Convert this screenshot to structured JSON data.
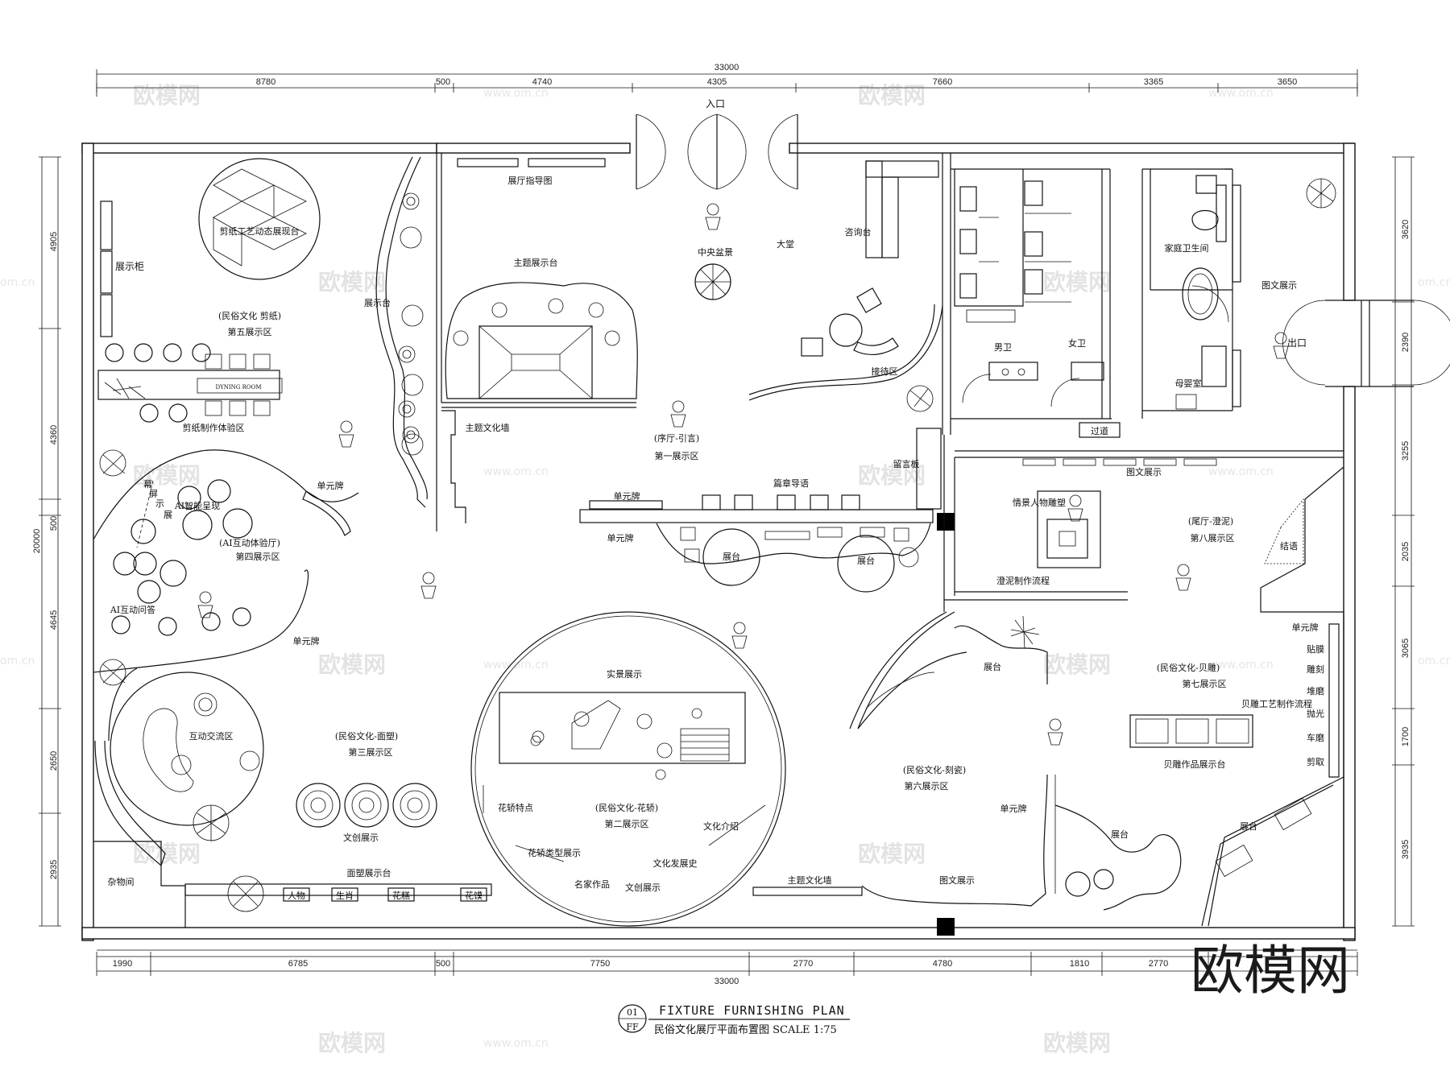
{
  "dimensions": {
    "total": "33000",
    "top": [
      "8780",
      "500",
      "4740",
      "4305",
      "7660",
      "3365",
      "3650"
    ],
    "bottom": [
      "1990",
      "6785",
      "500",
      "7750",
      "2770",
      "4780",
      "1810",
      "2770"
    ],
    "left_total": "20000",
    "left": [
      "4905",
      "4360",
      "500",
      "4645",
      "2650",
      "2935"
    ],
    "right": [
      "3620",
      "2390",
      "3255",
      "2035",
      "3065",
      "1700",
      "3935"
    ]
  },
  "labels": {
    "entrance": "入口",
    "exit": "出口",
    "hall_guide": "展厅指导图",
    "theme_stage": "主题展示台",
    "center_scene": "中央盆景",
    "lobby": "大堂",
    "consult_desk": "咨询台",
    "reception": "接待区",
    "papercut_dynamic": "剪纸工艺动态展现台",
    "display_cabinet": "展示柜",
    "display_stand": "展示台",
    "zone5_title": "(民俗文化 剪纸)",
    "zone5_sub": "第五展示区",
    "papercut_exp": "剪纸制作体验区",
    "table_text": "DYNING ROOM",
    "theme_wall": "主题文化墙",
    "zone1_title": "(序厅-引言)",
    "zone1_sub": "第一展示区",
    "message_board": "留言板",
    "male_wc": "男卫",
    "female_wc": "女卫",
    "family_wc": "家庭卫生间",
    "mother_room": "母婴室",
    "corridor": "过道",
    "graphic_display": "图文展示",
    "graphic_display_top": "图文展示",
    "graphic_display_right": "图文展示",
    "chapter_guide": "篇章导语",
    "unit_sign": "单元牌",
    "unit_sign_2": "单元牌",
    "unit_sign_3": "单元牌",
    "unit_sign_4": "单元牌",
    "unit_sign_5": "单元牌",
    "unit_sign_6": "单元牌",
    "booth": "展台",
    "booth_2": "展台",
    "booth_3": "展台",
    "booth_4": "展台",
    "booth_5": "展台",
    "screen_1": "幕",
    "screen_2": "屏",
    "screen_3": "示",
    "screen_4": "展",
    "ai_show": "AI智能呈现",
    "zone4_title": "(AI互动体验厅)",
    "zone4_sub": "第四展示区",
    "ai_qa": "AI互动问答",
    "interact": "互动交流区",
    "storage": "杂物间",
    "zone3_title": "(民俗文化-面塑)",
    "zone3_sub": "第三展示区",
    "creative_display": "文创展示",
    "dough_stage": "面塑展示台",
    "tags": [
      "人物",
      "生肖",
      "花糕",
      "花馍"
    ],
    "real_scene": "实景展示",
    "zone2_title": "(民俗文化-花轿)",
    "zone2_sub": "第二展示区",
    "sedan_features": "花轿特点",
    "sedan_types": "花轿类型展示",
    "culture_intro": "文化介绍",
    "culture_history": "文化发展史",
    "famous_works": "名家作品",
    "creative_display_2": "文创展示",
    "theme_wall_2": "主题文化墙",
    "scene_sculpture": "情景人物雕塑",
    "zone8_title": "(尾厅-澄泥)",
    "zone8_sub": "第八展示区",
    "mud_process": "澄泥制作流程",
    "conclusion": "结语",
    "zone7_title": "(民俗文化-贝雕)",
    "zone7_sub": "第七展示区",
    "shell_process": "贝雕工艺制作流程",
    "shell_works": "贝雕作品展示台",
    "process_steps": [
      "贴膜",
      "雕刻",
      "堆磨",
      "抛光",
      "车磨",
      "剪取"
    ],
    "zone6_title": "(民俗文化-刻瓷)",
    "zone6_sub": "第六展示区"
  },
  "title_block": {
    "number": "01",
    "code": "FF",
    "title_en": "FIXTURE FURNISHING PLAN",
    "title_cn": "民俗文化展厅平面布置图 SCALE 1:75"
  },
  "watermark": {
    "brand": "欧模网",
    "site": "www.om.cn",
    "domain_short": "om.cn"
  }
}
